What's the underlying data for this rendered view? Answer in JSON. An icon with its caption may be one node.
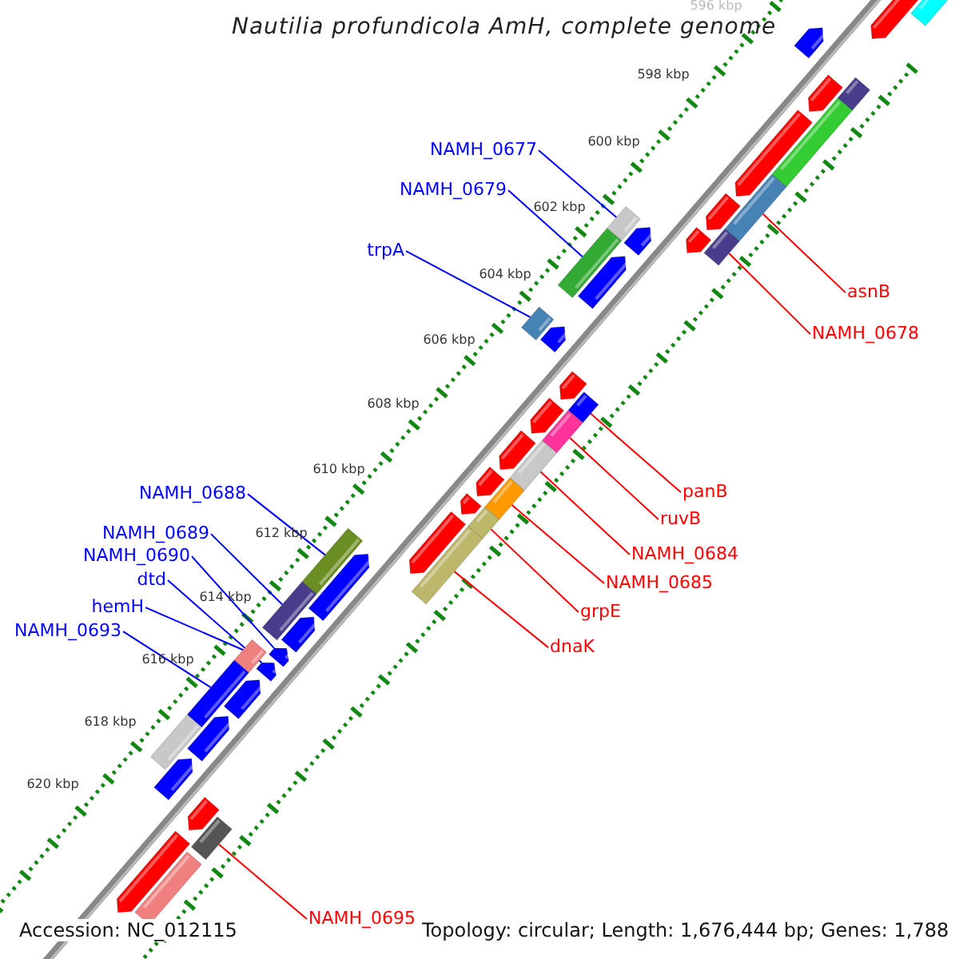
{
  "diagram": {
    "title": "Nautilia profundicola AmH, complete genome",
    "nodes": [
      {
        "text": [
          "NAMH_0677"
        ]
      },
      {
        "text": [
          "NAMH_0679"
        ]
      },
      {
        "text": [
          "trpA"
        ]
      },
      {
        "text": [
          "asnB"
        ]
      },
      {
        "text": [
          "NAMH_0678"
        ]
      },
      {
        "text": [
          "NAMH_0688"
        ]
      },
      {
        "text": [
          "panB"
        ]
      },
      {
        "text": [
          "ruvB"
        ]
      },
      {
        "text": [
          "NAMH_0689"
        ]
      },
      {
        "text": [
          "NAMH_0690"
        ]
      },
      {
        "text": [
          "NAMH_0684"
        ]
      },
      {
        "text": [
          "dtd"
        ]
      },
      {
        "text": [
          "NAMH_0685"
        ]
      },
      {
        "text": [
          "hemH"
        ]
      },
      {
        "text": [
          "grpE"
        ]
      },
      {
        "text": [
          "NAMH_0693"
        ]
      },
      {
        "text": [
          "dnaK"
        ]
      },
      {
        "text": [
          "NAMH_0695"
        ]
      },
      {
        "text": [],
        "shape": "box"
      },
      {
        "text": [],
        "shape": "pentagon"
      },
      {
        "text": [],
        "shape": "pentagon"
      },
      {
        "text": [],
        "shape": "box"
      },
      {
        "text": [],
        "shape": "pentagon"
      },
      {
        "text": [],
        "shape": "box"
      },
      {
        "text": [],
        "shape": "pentagon"
      },
      {
        "text": [],
        "shape": "box"
      },
      {
        "text": [],
        "shape": "pentagon"
      },
      {
        "text": [],
        "shape": "box"
      },
      {
        "text": [],
        "shape": "pentagon"
      },
      {
        "text": [],
        "shape": "pentagon"
      },
      {
        "text": [],
        "shape": "box"
      },
      {
        "text": [],
        "shape": "box"
      },
      {
        "text": [],
        "shape": "pentagon"
      },
      {
        "text": [],
        "shape": "box"
      },
      {
        "text": [],
        "shape": "pentagon"
      },
      {
        "text": [],
        "shape": "pentagon"
      },
      {
        "text": [],
        "shape": "box"
      },
      {
        "text": [],
        "shape": "pentagon"
      },
      {
        "text": [],
        "shape": "box"
      },
      {
        "text": [],
        "shape": "pentagon"
      },
      {
        "text": [],
        "shape": "box"
      },
      {
        "text": [],
        "shape": "pentagon"
      },
      {
        "text": [],
        "shape": "box"
      },
      {
        "text": [],
        "shape": "pentagon"
      },
      {
        "text": [],
        "shape": "box"
      },
      {
        "text": [],
        "shape": "pentagon"
      },
      {
        "text": [],
        "shape": "box"
      },
      {
        "text": [],
        "shape": "box"
      },
      {
        "text": [],
        "shape": "pentagon"
      },
      {
        "text": [],
        "shape": "box"
      },
      {
        "text": [],
        "shape": "pentagon"
      },
      {
        "text": [],
        "shape": "pentagon"
      },
      {
        "text": [],
        "shape": "box"
      },
      {
        "text": [],
        "shape": "pentagon"
      },
      {
        "text": [],
        "shape": "box"
      },
      {
        "text": [],
        "shape": "pentagon"
      },
      {
        "text": [],
        "shape": "pentagon"
      },
      {
        "text": [],
        "shape": "box"
      },
      {
        "text": [],
        "shape": "pentagon"
      },
      {
        "text": [],
        "shape": "pentagon"
      },
      {
        "text": [],
        "shape": "box"
      },
      {
        "text": [],
        "shape": "pentagon"
      },
      {
        "text": [],
        "shape": "box"
      }
    ],
    "edges": [
      {
        "from": 0,
        "to": 27,
        "arrow": "none"
      },
      {
        "from": 1,
        "to": 31,
        "arrow": "none"
      },
      {
        "from": 2,
        "to": 33,
        "arrow": "none"
      },
      {
        "from": 3,
        "to": 25,
        "arrow": "none",
        "color": "#ff0000"
      },
      {
        "from": 4,
        "to": 30,
        "arrow": "none",
        "color": "#ff0000"
      },
      {
        "from": 5,
        "to": 46,
        "arrow": "none"
      },
      {
        "from": 6,
        "to": 36,
        "arrow": "none",
        "color": "#ff0000"
      },
      {
        "from": 7,
        "to": 38,
        "arrow": "none",
        "color": "#ff0000"
      },
      {
        "from": 8,
        "to": 49,
        "arrow": "none"
      },
      {
        "from": 9,
        "to": 51,
        "arrow": "none"
      },
      {
        "from": 10,
        "to": 40,
        "arrow": "none",
        "color": "#ff0000"
      },
      {
        "from": 11,
        "to": 53,
        "arrow": "none"
      },
      {
        "from": 12,
        "to": 42,
        "arrow": "none",
        "color": "#ff0000"
      },
      {
        "from": 13,
        "to": 52,
        "arrow": "none"
      },
      {
        "from": 14,
        "to": 44,
        "arrow": "none",
        "color": "#ff0000"
      },
      {
        "from": 15,
        "to": 54,
        "arrow": "none"
      },
      {
        "from": 16,
        "to": 47,
        "arrow": "none",
        "color": "#ff0000"
      },
      {
        "from": 17,
        "to": 60,
        "arrow": "none",
        "color": "#ff0000"
      }
    ],
    "labels": [
      "596 kbp",
      "598 kbp",
      "600 kbp",
      "602 kbp",
      "604 kbp",
      "606 kbp",
      "608 kbp",
      "610 kbp",
      "612 kbp",
      "614 kbp",
      "616 kbp",
      "618 kbp",
      "620 kbp",
      "Accession: NC_012115",
      "Topology: circular; Length: 1,676,444 bp; Genes: 1,788"
    ]
  }
}
